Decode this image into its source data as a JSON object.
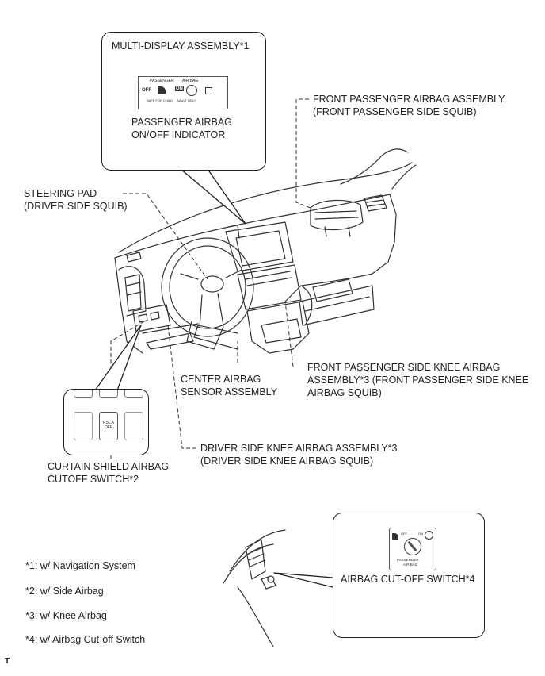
{
  "callouts": {
    "multi_display": {
      "title": "MULTI-DISPLAY ASSEMBLY*1",
      "panel": {
        "left": "PASSENGER",
        "right": "AIR BAG",
        "off": "OFF",
        "on": "ON",
        "foot_left": "SAFE FOR CHILD",
        "foot_right": "ADULT ONLY"
      },
      "indicator_line1": "PASSENGER AIRBAG",
      "indicator_line2": "ON/OFF INDICATOR"
    },
    "curtain_switch": {
      "button_line1": "RSCA",
      "button_line2": "OFF"
    },
    "cutoff_switch": {
      "off": "OFF",
      "on": "ON",
      "line1": "PASSENGER",
      "line2": "AIR BAG",
      "label": "AIRBAG CUT-OFF SWITCH*4"
    }
  },
  "labels": {
    "front_passenger_1": "FRONT PASSENGER AIRBAG ASSEMBLY",
    "front_passenger_2": "(FRONT PASSENGER SIDE SQUIB)",
    "steering_1": "STEERING PAD",
    "steering_2": "(DRIVER SIDE SQUIB)",
    "knee_pass_1": "FRONT PASSENGER SIDE KNEE AIRBAG",
    "knee_pass_2": "ASSEMBLY*3 (FRONT PASSENGER SIDE KNEE",
    "knee_pass_3": "AIRBAG SQUIB)",
    "center_1": "CENTER AIRBAG",
    "center_2": "SENSOR ASSEMBLY",
    "knee_drv_1": "DRIVER SIDE KNEE AIRBAG ASSEMBLY*3",
    "knee_drv_2": "(DRIVER SIDE KNEE AIRBAG SQUIB)",
    "curtain_1": "CURTAIN SHIELD AIRBAG",
    "curtain_2": "CUTOFF SWITCH*2"
  },
  "notes": [
    "*1: w/ Navigation System",
    "*2: w/ Side Airbag",
    "*3: w/ Knee Airbag",
    "*4: w/ Airbag Cut-off Switch"
  ],
  "corner_mark": "T"
}
